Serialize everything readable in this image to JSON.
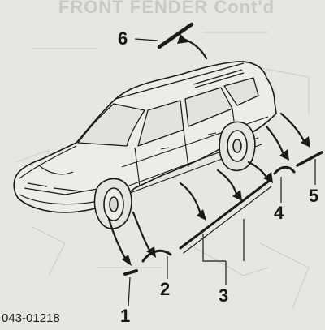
{
  "header": {
    "ghost_title": "FRONT FENDER Cont'd"
  },
  "callouts": {
    "c1": "1",
    "c2": "2",
    "c3": "3",
    "c4": "4",
    "c5": "5",
    "c6": "6"
  },
  "figure_code": "043-01218",
  "colors": {
    "background": "#e6e6e2",
    "line": "#1a1a1a",
    "ghost": "#c9c9c4"
  }
}
